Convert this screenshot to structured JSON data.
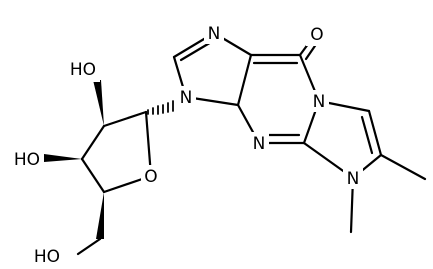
{
  "molecule": {
    "atom_labels": {
      "oh_upper": "HO",
      "oh_left": "HO",
      "oh_primary": "HO",
      "ring_oxygen": "O",
      "n9": "N",
      "n7": "N",
      "n3": "N",
      "n_bridge": "N",
      "n_methyl": "N",
      "carbonyl_o": "O"
    }
  }
}
